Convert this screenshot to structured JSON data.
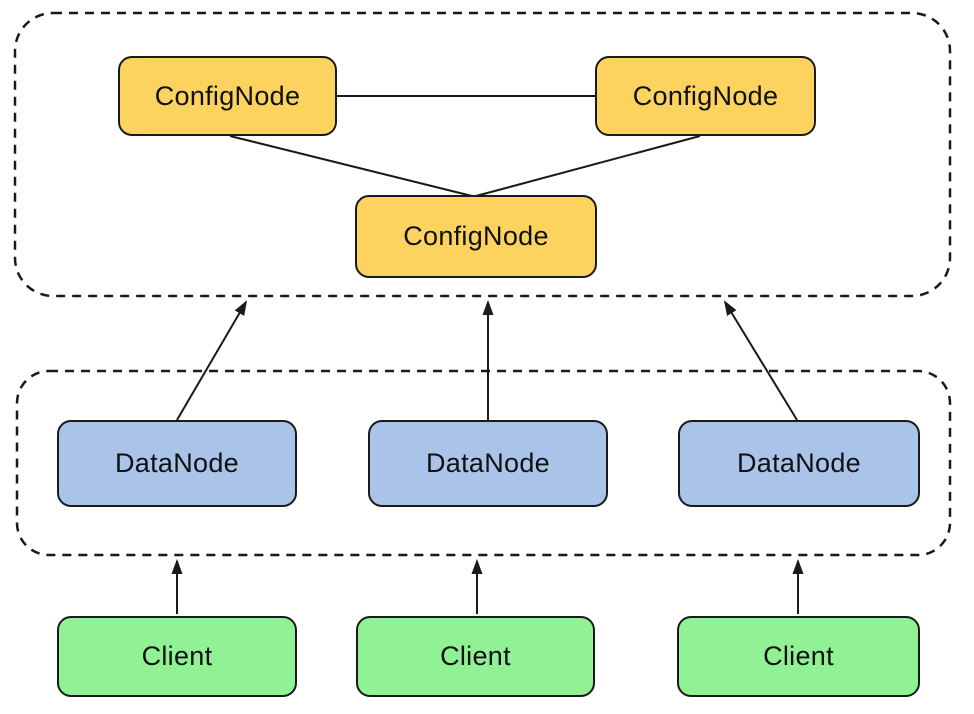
{
  "nodes": {
    "config": [
      {
        "label": "ConfigNode"
      },
      {
        "label": "ConfigNode"
      },
      {
        "label": "ConfigNode"
      }
    ],
    "data": [
      {
        "label": "DataNode"
      },
      {
        "label": "DataNode"
      },
      {
        "label": "DataNode"
      }
    ],
    "client": [
      {
        "label": "Client"
      },
      {
        "label": "Client"
      },
      {
        "label": "Client"
      }
    ]
  },
  "colors": {
    "canvas-bg": "#ffffff",
    "config-fill": "#FBD35E",
    "data-fill": "#AAC4E9",
    "client-fill": "#90F295",
    "line-color": "#1a1a1a",
    "text-color": "#111111"
  }
}
